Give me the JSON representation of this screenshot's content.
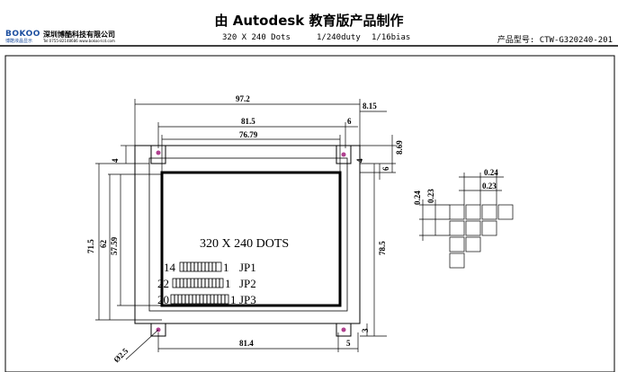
{
  "header": {
    "logo": "BOKOO",
    "logo_sub": "博酷液晶显示",
    "company": "深圳博酷科技有限公司",
    "company_sub": "Tel:0755-82148686 www.bokoo-lcd.com",
    "title": "由 Autodesk 教育版产品制作",
    "spec_dots": "320 X 240 Dots",
    "spec_duty": "1/240duty",
    "spec_bias": "1/16bias",
    "model": "产品型号: CTW-G320240-201"
  },
  "drawing": {
    "dims": {
      "width_total": "97.2",
      "mount_offset": "8.15",
      "width_mid": "81.5",
      "right_gap": "6",
      "view_width": "76.79",
      "top_mount": "8.69",
      "left_tab": "4",
      "right_tab": "4",
      "right_small": "6",
      "height_total": "71.5",
      "height_mid": "62",
      "view_height": "57.59",
      "right_height": "78.5",
      "bottom_small": "3",
      "hole": "Ø2.5",
      "bottom_width": "81.4",
      "bottom_gap": "5"
    },
    "pixel_detail": {
      "pitch": "0.24",
      "size": "0.23",
      "v_pitch": "0.24",
      "v_size": "0.23"
    },
    "screen_label": "320 X 240 DOTS",
    "connectors": [
      {
        "left": "14",
        "right": "1",
        "name": "JP1"
      },
      {
        "left": "22",
        "right": "1",
        "name": "JP2"
      },
      {
        "left": "20",
        "right": "1",
        "name": "JP3"
      }
    ]
  }
}
